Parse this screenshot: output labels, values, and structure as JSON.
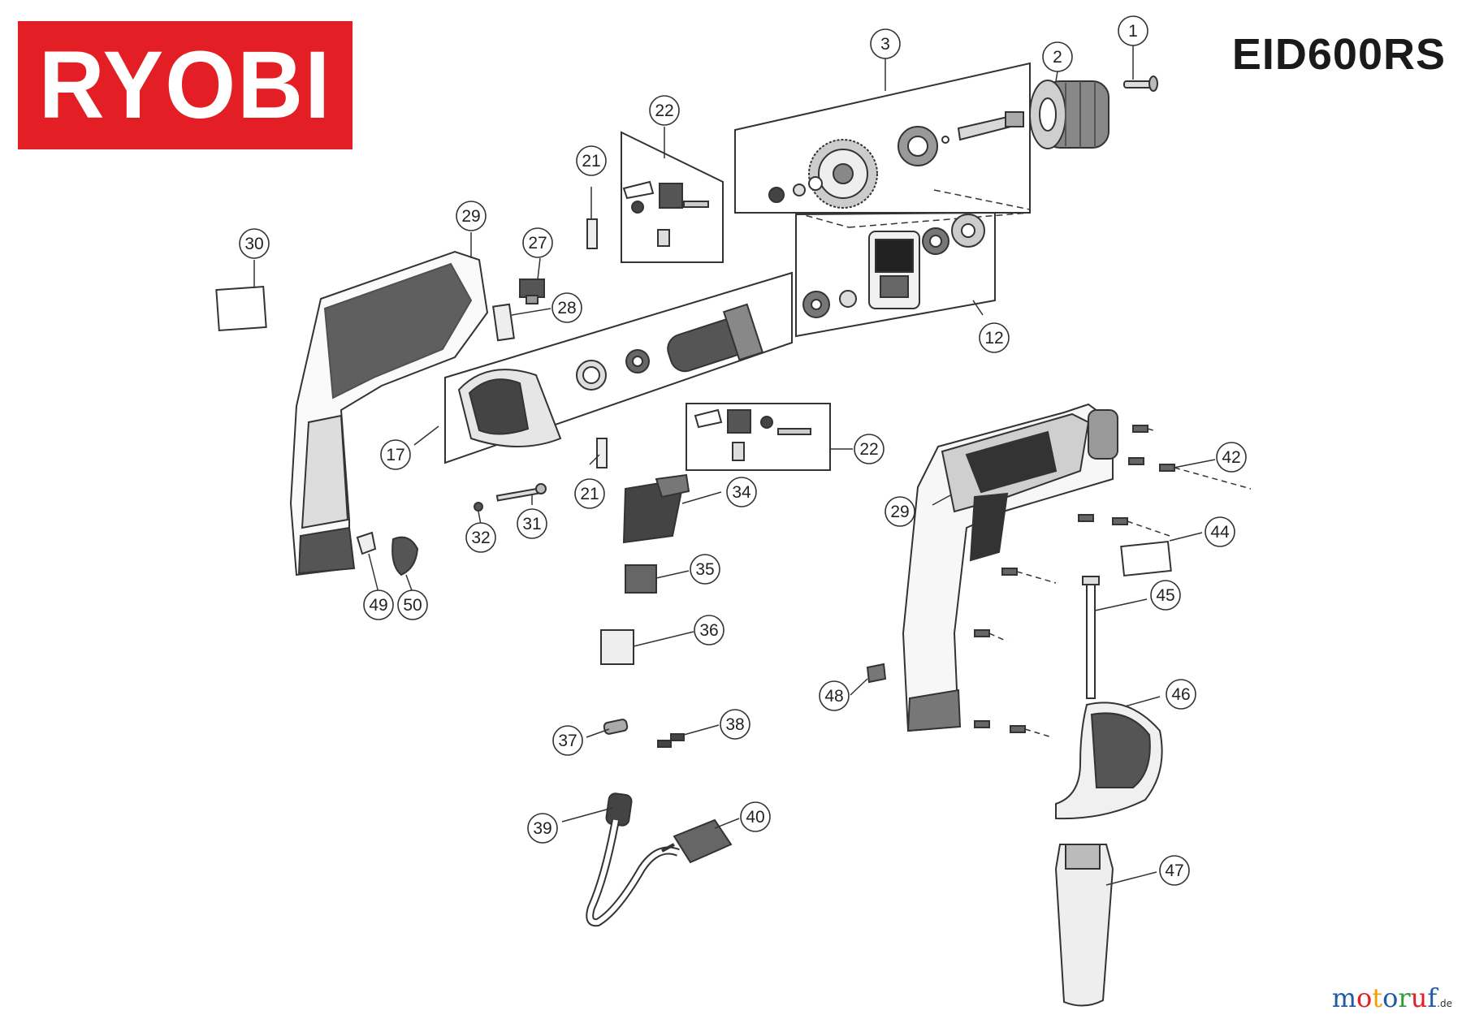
{
  "brand": {
    "name": "RYOBI",
    "color": "#e31e24"
  },
  "model": "EID600RS",
  "watermark": {
    "letters": [
      {
        "ch": "m",
        "color": "#1f5aa6"
      },
      {
        "ch": "o",
        "color": "#e31e24"
      },
      {
        "ch": "t",
        "color": "#f2a100"
      },
      {
        "ch": "o",
        "color": "#1f5aa6"
      },
      {
        "ch": "r",
        "color": "#2e9c3f"
      },
      {
        "ch": "u",
        "color": "#e31e24"
      },
      {
        "ch": "f",
        "color": "#1f5aa6"
      }
    ],
    "tld": ".de"
  },
  "parts": [
    {
      "id": "p1",
      "label": "1"
    },
    {
      "id": "p2",
      "label": "2"
    },
    {
      "id": "p3",
      "label": "3"
    },
    {
      "id": "p12",
      "label": "12"
    },
    {
      "id": "p17",
      "label": "17"
    },
    {
      "id": "p21a",
      "label": "21"
    },
    {
      "id": "p21b",
      "label": "21"
    },
    {
      "id": "p22a",
      "label": "22"
    },
    {
      "id": "p22b",
      "label": "22"
    },
    {
      "id": "p27",
      "label": "27"
    },
    {
      "id": "p28",
      "label": "28"
    },
    {
      "id": "p29a",
      "label": "29"
    },
    {
      "id": "p29b",
      "label": "29"
    },
    {
      "id": "p30",
      "label": "30"
    },
    {
      "id": "p31",
      "label": "31"
    },
    {
      "id": "p32",
      "label": "32"
    },
    {
      "id": "p34",
      "label": "34"
    },
    {
      "id": "p35",
      "label": "35"
    },
    {
      "id": "p36",
      "label": "36"
    },
    {
      "id": "p37",
      "label": "37"
    },
    {
      "id": "p38",
      "label": "38"
    },
    {
      "id": "p39",
      "label": "39"
    },
    {
      "id": "p40",
      "label": "40"
    },
    {
      "id": "p42",
      "label": "42"
    },
    {
      "id": "p44",
      "label": "44"
    },
    {
      "id": "p45",
      "label": "45"
    },
    {
      "id": "p46",
      "label": "46"
    },
    {
      "id": "p47",
      "label": "47"
    },
    {
      "id": "p48",
      "label": "48"
    },
    {
      "id": "p49",
      "label": "49"
    },
    {
      "id": "p50",
      "label": "50"
    }
  ]
}
